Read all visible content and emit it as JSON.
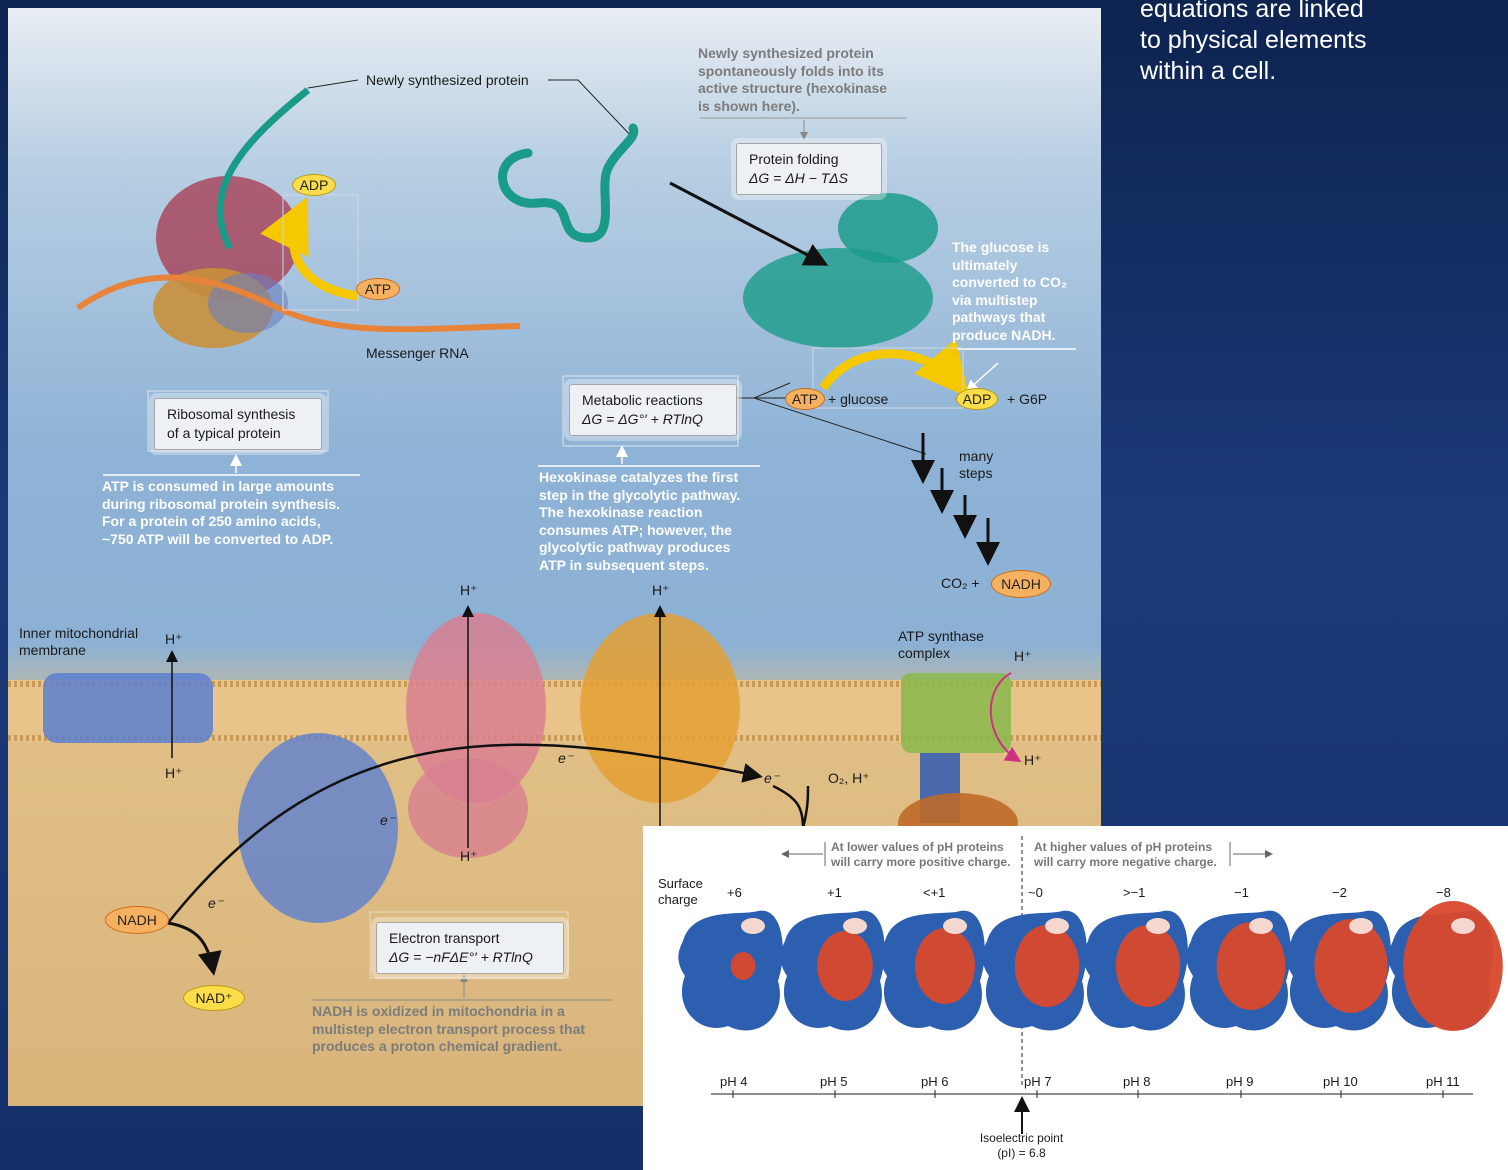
{
  "side_text": {
    "line1": "equations are linked",
    "line2": "to physical elements",
    "line3": "within a cell."
  },
  "colors": {
    "atp": "#f6b160",
    "adp": "#fbdc4a",
    "mrna": "#e8843a",
    "protein": "#1a9b8a",
    "membrane_blue": "#5c7fcf",
    "membrane_pink": "#d88090",
    "membrane_orange": "#e4a034",
    "charge_positive": "#2c5fb0",
    "charge_negative": "#d8482c"
  },
  "top": {
    "newly_protein": "Newly synthesized protein",
    "adp": "ADP",
    "atp": "ATP",
    "mrna": "Messenger RNA",
    "ribo_box": {
      "line1": "Ribosomal synthesis",
      "line2": "of a typical protein"
    },
    "ribo_note": {
      "l1": "ATP is consumed in large amounts",
      "l2": "during ribosomal protein synthesis.",
      "l3": "For a protein of 250 amino acids,",
      "l4": "~750 ATP will be converted to ADP."
    },
    "folding_note": {
      "l1": "Newly synthesized protein",
      "l2": "spontaneously folds into its",
      "l3": "active structure (hexokinase",
      "l4": "is shown here)."
    },
    "folding_box": {
      "line1": "Protein folding",
      "line2": "ΔG = ΔH − TΔS"
    },
    "glucose_note": {
      "l1": "The glucose is",
      "l2": "ultimately",
      "l3": "converted to CO₂",
      "l4": "via multistep",
      "l5": "pathways that",
      "l6": "produce NADH."
    },
    "metabolic_box": {
      "line1": "Metabolic reactions",
      "line2": "ΔG = ΔG°′ + RTlnQ"
    },
    "atp2": "ATP",
    "glucose": "+ glucose",
    "adp2": "ADP",
    "g6p": "+ G6P",
    "many_steps": {
      "l1": "many",
      "l2": "steps"
    },
    "co2": "CO₂ +",
    "nadh_out": "NADH",
    "hexo_note": {
      "l1": "Hexokinase catalyzes the first",
      "l2": "step in the glycolytic pathway.",
      "l3": "The hexokinase reaction",
      "l4": "consumes ATP; however, the",
      "l5": "glycolytic pathway produces",
      "l6": "ATP in subsequent steps."
    }
  },
  "bottom": {
    "inner_membrane": {
      "l1": "Inner mitochondrial",
      "l2": "membrane"
    },
    "hplus": "H⁺",
    "atp_synthase": {
      "l1": "ATP synthase",
      "l2": "complex"
    },
    "electron": "e⁻",
    "o2h": "O₂, H⁺",
    "nadh": "NADH",
    "nadplus": "NAD⁺",
    "etrans_box": {
      "line1": "Electron transport",
      "line2": "ΔG = −nFΔE°′ + RTlnQ"
    },
    "nadh_note": {
      "l1": "NADH is oxidized in mitochondria in a",
      "l2": "multistep electron transport process that",
      "l3": "produces a proton chemical gradient."
    }
  },
  "inset": {
    "lower_note": {
      "l1": "At lower values of pH proteins",
      "l2": "will carry more positive charge."
    },
    "higher_note": {
      "l1": "At higher values of pH proteins",
      "l2": "will carry more negative charge."
    },
    "surface_charge": {
      "l1": "Surface",
      "l2": "charge"
    },
    "charges": [
      "+6",
      "+1",
      "<+1",
      "~0",
      ">−1",
      "−1",
      "−2",
      "−8"
    ],
    "negative_fraction": [
      0.1,
      0.45,
      0.5,
      0.55,
      0.55,
      0.6,
      0.65,
      0.95
    ],
    "ph_labels": [
      "pH 4",
      "pH 5",
      "pH 6",
      "pH 7",
      "pH 8",
      "pH 9",
      "pH 10",
      "pH 11"
    ],
    "pi": {
      "l1": "Isoelectric point",
      "l2": "(pI) = 6.8"
    }
  }
}
